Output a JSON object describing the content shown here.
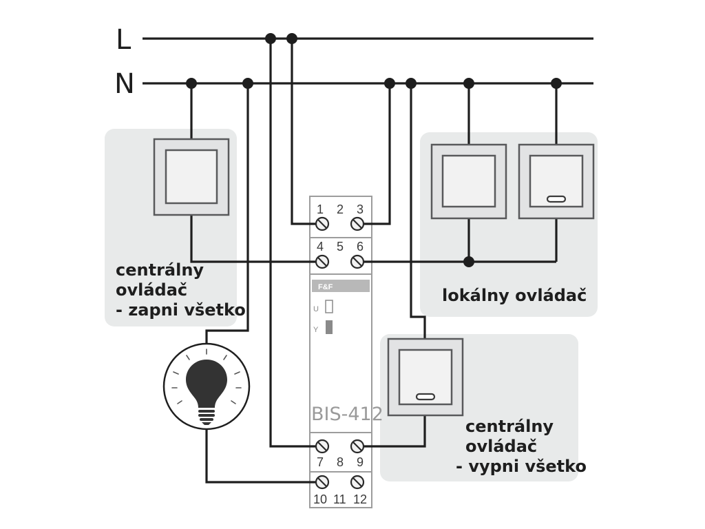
{
  "lines": {
    "l_label": "L",
    "n_label": "N"
  },
  "device": {
    "model": "BIS-412",
    "logo": "F&F",
    "indicator_u": "U",
    "indicator_relay": "Y",
    "terminals_top_row1": [
      "1",
      "2",
      "3"
    ],
    "terminals_top_row2": [
      "4",
      "5",
      "6"
    ],
    "terminals_bottom_row1": [
      "7",
      "8",
      "9"
    ],
    "terminals_bottom_row2": [
      "10",
      "11",
      "12"
    ]
  },
  "groups": {
    "central_on": [
      "centrálny",
      "ovládač",
      "- zapni všetko"
    ],
    "local": "lokálny ovládač",
    "central_off": [
      "centrálny",
      "ovládač",
      "- vypni všetko"
    ]
  },
  "icons": {
    "lamp": "light-bulb-icon"
  },
  "colors": {
    "panel": "#e8eaea",
    "wire": "#1e1e1e",
    "device_outline": "#9c9c9c"
  }
}
